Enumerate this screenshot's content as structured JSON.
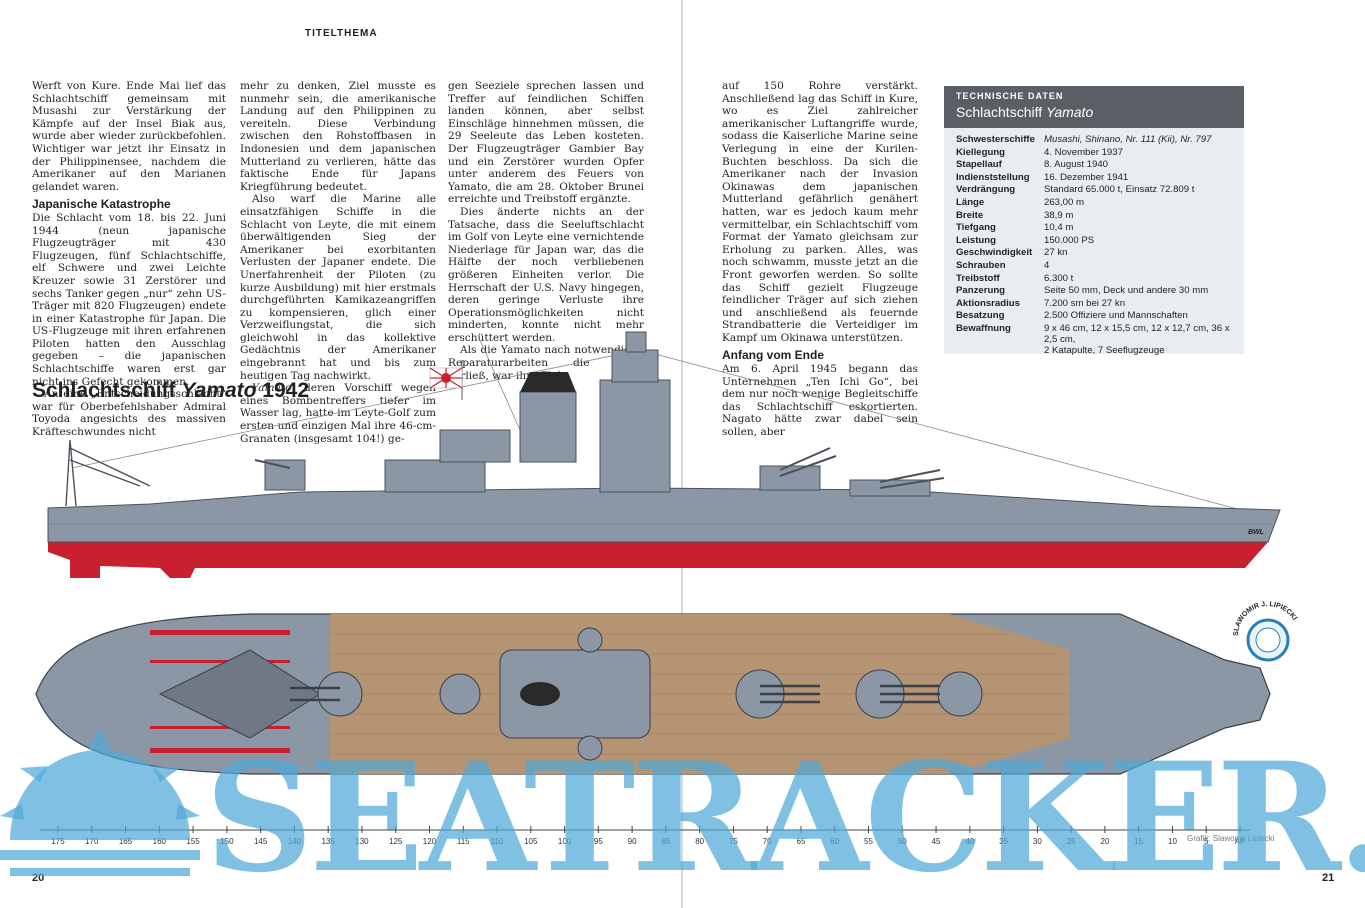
{
  "running_head": "TITELTHEMA",
  "col1": {
    "p1": "Werft von Kure. Ende Mai lief das Schlachtschiff gemeinsam mit Musashi zur Verstärkung der Kämpfe auf der Insel Biak aus, wurde aber wieder zurückbefohlen. Wichtiger war jetzt ihr Einsatz in der Philippinensee, nachdem die Amerikaner auf den Marianen gelandet waren.",
    "heading": "Japanische Katastrophe",
    "p2": "Die Schlacht vom 18. bis 22. Juni 1944 (neun japanische Flugzeugträger mit 430 Flugzeugen, fünf Schlachtschiffe, elf Schwere und zwei Leichte Kreuzer sowie 31 Zerstörer und sechs Tanker gegen „nur“ zehn US-Träger mit 820 Flugzeugen) endete in einer Katastrophe für Japan. Die US-Flugzeuge mit ihren erfahrenen Piloten hatten den Ausschlag gegeben – die japanischen Schlachtschiffe waren erst gar nicht ins Gefecht gekommen.",
    "p3": "An eine „Entscheidungsschlacht“ war für Oberbefehlshaber Admiral Toyoda angesichts des massiven Kräfteschwundes nicht"
  },
  "col2": {
    "p1": "mehr zu denken, Ziel musste es nunmehr sein, die amerikanische Landung auf den Philippinen zu vereiteln. Diese Verbindung zwischen den Rohstoffbasen in Indonesien und dem japanischen Mutterland zu verlieren, hätte das faktische Ende für Japans Kriegführung bedeutet.",
    "p2": "Also warf die Marine alle einsatzfähigen Schiffe in die Schlacht von Leyte, die mit einem überwältigenden Sieg der Amerikaner bei exorbitanten Verlusten der Japaner endete. Die Unerfahrenheit der Piloten (zu kurze Ausbildung) mit hier erstmals durchgeführten Kamikazeangriffen zu kompensieren, glich einer Verzweiflungstat, die sich gleichwohl in das kollektive Gedächtnis der Amerikaner eingebrannt hat und bis zum heutigen Tag nachwirkt.",
    "p3_italic": "Yamato",
    "p3": ", deren Vorschiff wegen eines Bombentreffers tiefer im Wasser lag, hatte im Leyte-Golf zum ersten und einzigen Mal ihre 46-cm-Granaten (insgesamt 104!) ge-"
  },
  "col3": {
    "p1": "gen Seeziele sprechen lassen und Treffer auf feindlichen Schiffen landen können, aber selbst Einschläge hinnehmen müssen, die 29 Seeleute das Leben kosteten. Der Flugzeugträger Gambier Bay und ein Zerstörer wurden Opfer unter anderem des Feuers von Yamato, die am 28. Oktober Brunei erreichte und Treibstoff ergänzte.",
    "p2": "Dies änderte nichts an der Tatsache, dass die Seeluftschlacht im Golf von Leyte eine vernichtende Niederlage für Japan war, das die Hälfte der noch verbliebenen größeren Einheiten verlor. Die Herrschaft der U.S. Navy hingegen, deren geringe Verluste ihre Operationsmöglichkeiten nicht minderten, konnte nicht mehr erschüttert werden.",
    "p3": "Als die Yamato nach notwendigen Reparaturarbeiten die Werft verließ, war ihre Flak"
  },
  "col4": {
    "p1": "auf 150 Rohre verstärkt. Anschließend lag das Schiff in Kure, wo es Ziel zahlreicher amerikanischer Luftangriffe wurde, sodass die Kaiserliche Marine seine Verlegung in eine der Kurilen-Buchten beschloss. Da sich die Amerikaner nach der Invasion Okinawas dem japanischen Mutterland gefährlich genähert hatten, war es jedoch kaum mehr vermittelbar, ein Schlachtschiff vom Format der Yamato gleichsam zur Erholung zu parken. Alles, was noch schwamm, musste jetzt an die Front geworfen werden. So sollte das Schiff gezielt Flugzeuge feindlicher Träger auf sich ziehen und anschließend als feuernde Strandbatterie die Verteidiger im Kampf um Okinawa unterstützen.",
    "heading": "Anfang vom Ende",
    "p2": "Am 6. April 1945 begann das Unternehmen „Ten Ichi Go“, bei dem nur noch wenige Begleitschiffe das Schlachtschiff eskortierten. Nagato hätte zwar dabei sein sollen, aber"
  },
  "box": {
    "kicker": "TECHNISCHE DATEN",
    "title_prefix": "Schlachtschiff ",
    "title_italic": "Yamato",
    "rows": [
      {
        "k": "Schwesterschiffe",
        "v": "Musashi, Shinano, Nr. 111 (Kii), Nr. 797"
      },
      {
        "k": "Kiellegung",
        "v": "4. November 1937"
      },
      {
        "k": "Stapellauf",
        "v": "8. August 1940"
      },
      {
        "k": "Indienststellung",
        "v": "16. Dezember 1941"
      },
      {
        "k": "Verdrängung",
        "v": "Standard 65.000 t, Einsatz 72.809 t"
      },
      {
        "k": "Länge",
        "v": "263,00 m"
      },
      {
        "k": "Breite",
        "v": "38,9 m"
      },
      {
        "k": "Tiefgang",
        "v": "10,4 m"
      },
      {
        "k": "Leistung",
        "v": "150.000 PS"
      },
      {
        "k": "Geschwindigkeit",
        "v": "27 kn"
      },
      {
        "k": "Schrauben",
        "v": "4"
      },
      {
        "k": "Treibstoff",
        "v": "6.300 t"
      },
      {
        "k": "Panzerung",
        "v": "Seite 50 mm, Deck und andere 30 mm"
      },
      {
        "k": "Aktionsradius",
        "v": "7.200 sm bei 27 kn"
      },
      {
        "k": "Besatzung",
        "v": "2.500 Offiziere und Mannschaften"
      },
      {
        "k": "Bewaffnung",
        "v": "9 x 46 cm, 12 x 15,5 cm, 12 x 12,7 cm, 36 x 2,5 cm,"
      },
      {
        "k": "",
        "v": "2 Katapulte, 7 Seeflugzeuge"
      }
    ]
  },
  "figure": {
    "title_prefix": "Schlachtschiff ",
    "title_italic": "Yamato",
    "title_suffix": " 1942",
    "bwl_label": "BWL",
    "artist_badge": "SLAWOMIR J. LIPIECKI",
    "credit": "Grafik: Slawomir Lipiecki",
    "scale_labels": [
      "175",
      "170",
      "165",
      "160",
      "155",
      "150",
      "145",
      "140",
      "135",
      "130",
      "125",
      "120",
      "115",
      "110",
      "105",
      "100",
      "95",
      "90",
      "85",
      "80",
      "75",
      "70",
      "65",
      "60",
      "55",
      "50",
      "45",
      "40",
      "35",
      "30",
      "25",
      "20",
      "15",
      "10",
      "5",
      "AP"
    ]
  },
  "page_left": "20",
  "page_right": "21",
  "watermark": "SEATRACKER.RU",
  "colors": {
    "hull_gray": "#8c97a6",
    "hull_red": "#c8202f",
    "deck_wood": "#b59474",
    "box_header": "#5a5f66",
    "box_bg": "#e9edf2",
    "watermark": "#4fa9d8"
  }
}
